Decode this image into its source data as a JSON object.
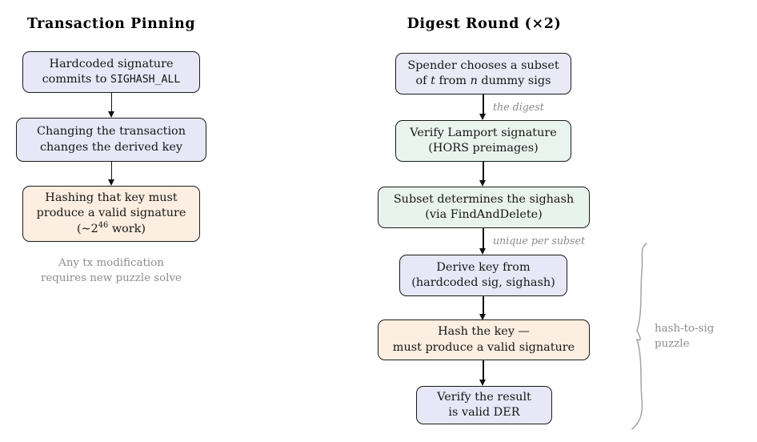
{
  "columns": [
    {
      "title": "Transaction Pinning"
    },
    {
      "title": "Digest Round (×2)"
    }
  ],
  "left_column": {
    "nodes": [
      {
        "name": "node-hardcoded-signature",
        "fill": "#e7e7f7",
        "lines": [
          "Hardcoded signature",
          "commits to SIGHASH_ALL"
        ],
        "code_token": "SIGHASH_ALL"
      },
      {
        "name": "node-changing-transaction",
        "fill": "#e7e7f7",
        "lines": [
          "Changing the transaction",
          "changes the derived key"
        ]
      },
      {
        "name": "node-hashing-key",
        "fill": "#fceee0",
        "lines": [
          "Hashing that key must",
          "produce a valid signature",
          "(~2^46 work)"
        ],
        "exponent_base": "(∼2",
        "exponent": "46",
        "exponent_tail": " work)"
      }
    ],
    "caption": [
      "Any tx modification",
      "requires new puzzle solve"
    ]
  },
  "right_column": {
    "nodes": [
      {
        "name": "node-spender-subset",
        "fill": "#e9eaf6",
        "lines": [
          "Spender chooses a subset",
          "of t from n dummy sigs"
        ],
        "line2_parts": [
          "of ",
          "t",
          " from ",
          "n",
          " dummy sigs"
        ]
      },
      {
        "name": "node-verify-lamport",
        "fill": "#eaf4ef",
        "lines": [
          "Verify Lamport signature",
          "(HORS preimages)"
        ]
      },
      {
        "name": "node-subset-sighash",
        "fill": "#e9f3ed",
        "lines": [
          "Subset determines the sighash",
          "(via FindAndDelete)"
        ]
      },
      {
        "name": "node-derive-key",
        "fill": "#e7e7f7",
        "lines": [
          "Derive key from",
          "(hardcoded sig, sighash)"
        ]
      },
      {
        "name": "node-hash-the-key",
        "fill": "#fceee0",
        "lines": [
          "Hash the key —",
          "must produce a valid signature"
        ]
      },
      {
        "name": "node-verify-der",
        "fill": "#e7e7f7",
        "lines": [
          "Verify the result",
          "is valid DER"
        ]
      }
    ],
    "edge_labels": [
      "the digest",
      "unique per subset"
    ],
    "brace_label": [
      "hash-to-sig",
      "puzzle"
    ]
  },
  "colors": {
    "lavender": "#e7e7f7",
    "lavender_blue": "#e9eaf6",
    "mint": "#eaf4ef",
    "peach": "#fceee0",
    "stroke": "#1b1b1b",
    "muted_text": "#8c8c8c",
    "background": "#ffffff"
  }
}
